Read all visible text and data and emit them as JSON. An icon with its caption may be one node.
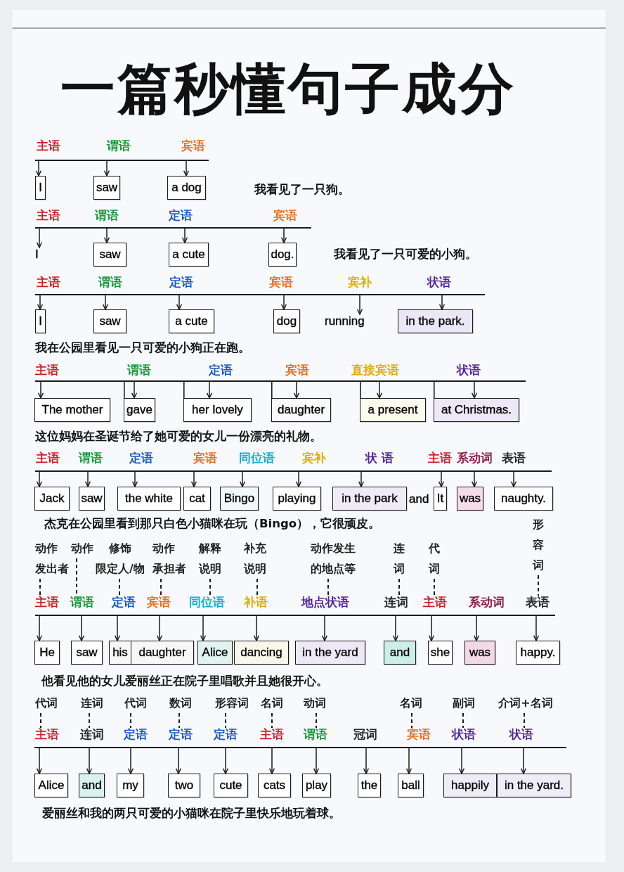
{
  "diagram": {
    "title": "一篇秒懂句子成分",
    "nodes": [
      {
        "text": [],
        "shape": "bar"
      },
      {
        "text": [
          "I"
        ]
      },
      {
        "text": [
          "saw"
        ]
      },
      {
        "text": [
          "a dog"
        ]
      },
      {
        "text": [],
        "shape": "bar"
      },
      {
        "text": [
          "I"
        ]
      },
      {
        "text": [
          "saw"
        ]
      },
      {
        "text": [
          "a cute"
        ]
      },
      {
        "text": [
          "dog."
        ]
      },
      {
        "text": [],
        "shape": "bar"
      },
      {
        "text": [
          "I"
        ]
      },
      {
        "text": [
          "saw"
        ]
      },
      {
        "text": [
          "a cute"
        ]
      },
      {
        "text": [
          "dog"
        ]
      },
      {
        "text": [
          "running"
        ]
      },
      {
        "text": [
          "in the park."
        ]
      },
      {
        "text": [],
        "shape": "bar"
      },
      {
        "text": [
          "The mother"
        ]
      },
      {
        "text": [
          "gave"
        ]
      },
      {
        "text": [
          "her lovely"
        ]
      },
      {
        "text": [
          "daughter"
        ]
      },
      {
        "text": [
          "a present"
        ]
      },
      {
        "text": [
          "at Christmas."
        ]
      },
      {
        "text": [],
        "shape": "bar"
      },
      {
        "text": [
          "Jack"
        ]
      },
      {
        "text": [
          "saw"
        ]
      },
      {
        "text": [
          "the white"
        ]
      },
      {
        "text": [
          "cat"
        ]
      },
      {
        "text": [
          "Bingo"
        ]
      },
      {
        "text": [
          "playing"
        ]
      },
      {
        "text": [
          "in the park"
        ]
      },
      {
        "text": [
          "It"
        ]
      },
      {
        "text": [
          "was"
        ]
      },
      {
        "text": [
          "naughty."
        ]
      },
      {
        "text": [
          "动作发出者"
        ]
      },
      {
        "text": [
          "动作"
        ]
      },
      {
        "text": [
          "修饰限定人/物"
        ]
      },
      {
        "text": [
          "动作承担者"
        ]
      },
      {
        "text": [
          "解释说明"
        ]
      },
      {
        "text": [
          "补充说明"
        ]
      },
      {
        "text": [
          "动作发生的地点等"
        ]
      },
      {
        "text": [
          "连词"
        ]
      },
      {
        "text": [
          "代词"
        ]
      },
      {
        "text": [
          "形容词"
        ]
      },
      {
        "text": [
          "主语"
        ]
      },
      {
        "text": [
          "谓语"
        ]
      },
      {
        "text": [
          "定语"
        ]
      },
      {
        "text": [
          "宾语"
        ]
      },
      {
        "text": [
          "同位语"
        ]
      },
      {
        "text": [
          "补语"
        ]
      },
      {
        "text": [
          "地点状语"
        ]
      },
      {
        "text": [
          "连词"
        ]
      },
      {
        "text": [
          "主语"
        ]
      },
      {
        "text": [
          "系动词"
        ]
      },
      {
        "text": [
          "表语"
        ]
      },
      {
        "text": [],
        "shape": "bar"
      },
      {
        "text": [
          "He"
        ]
      },
      {
        "text": [
          "saw"
        ]
      },
      {
        "text": [
          "his"
        ]
      },
      {
        "text": [
          "daughter"
        ]
      },
      {
        "text": [
          "Alice"
        ]
      },
      {
        "text": [
          "dancing"
        ]
      },
      {
        "text": [
          "in the yard"
        ]
      },
      {
        "text": [
          "and"
        ]
      },
      {
        "text": [
          "she"
        ]
      },
      {
        "text": [
          "was"
        ]
      },
      {
        "text": [
          "happy."
        ]
      },
      {
        "text": [
          "代词"
        ]
      },
      {
        "text": [
          "连词"
        ]
      },
      {
        "text": [
          "代词"
        ]
      },
      {
        "text": [
          "数词"
        ]
      },
      {
        "text": [
          "形容词"
        ]
      },
      {
        "text": [
          "名词"
        ]
      },
      {
        "text": [
          "动词"
        ]
      },
      {
        "text": [
          "名词"
        ]
      },
      {
        "text": [
          "副词"
        ]
      },
      {
        "text": [
          "介词+名词"
        ]
      },
      {
        "text": [
          "主语"
        ]
      },
      {
        "text": [
          "连词"
        ]
      },
      {
        "text": [
          "定语"
        ]
      },
      {
        "text": [
          "定语"
        ]
      },
      {
        "text": [
          "定语"
        ]
      },
      {
        "text": [
          "主语"
        ]
      },
      {
        "text": [
          "谓语"
        ]
      },
      {
        "text": [
          "冠词"
        ]
      },
      {
        "text": [
          "宾语"
        ]
      },
      {
        "text": [
          "状语"
        ]
      },
      {
        "text": [
          "状语"
        ]
      },
      {
        "text": [],
        "shape": "bar"
      },
      {
        "text": [
          "Alice"
        ]
      },
      {
        "text": [
          "and"
        ]
      },
      {
        "text": [
          "my"
        ]
      },
      {
        "text": [
          "two"
        ]
      },
      {
        "text": [
          "cute"
        ]
      },
      {
        "text": [
          "cats"
        ]
      },
      {
        "text": [
          "play"
        ]
      },
      {
        "text": [
          "the"
        ]
      },
      {
        "text": [
          "ball"
        ]
      },
      {
        "text": [
          "happily"
        ]
      },
      {
        "text": [
          "in the yard."
        ]
      }
    ],
    "edges": [
      {
        "from": 0,
        "to": 1,
        "arrow": "to"
      },
      {
        "from": 0,
        "to": 2,
        "arrow": "to"
      },
      {
        "from": 0,
        "to": 3,
        "arrow": "to"
      },
      {
        "from": 4,
        "to": 5,
        "arrow": "to"
      },
      {
        "from": 4,
        "to": 6,
        "arrow": "to"
      },
      {
        "from": 4,
        "to": 7,
        "arrow": "to"
      },
      {
        "from": 4,
        "to": 8,
        "arrow": "to"
      },
      {
        "from": 9,
        "to": 10,
        "arrow": "to"
      },
      {
        "from": 9,
        "to": 11,
        "arrow": "to"
      },
      {
        "from": 9,
        "to": 12,
        "arrow": "to"
      },
      {
        "from": 9,
        "to": 13,
        "arrow": "to"
      },
      {
        "from": 9,
        "to": 14,
        "arrow": "to"
      },
      {
        "from": 9,
        "to": 15,
        "arrow": "to"
      },
      {
        "from": 16,
        "to": 17,
        "arrow": "to"
      },
      {
        "from": 16,
        "to": 18,
        "arrow": "to"
      },
      {
        "from": 16,
        "to": 19,
        "arrow": "to"
      },
      {
        "from": 16,
        "to": 20,
        "arrow": "to"
      },
      {
        "from": 16,
        "to": 21,
        "arrow": "to"
      },
      {
        "from": 16,
        "to": 22,
        "arrow": "to"
      },
      {
        "from": 23,
        "to": 24,
        "arrow": "to"
      },
      {
        "from": 23,
        "to": 25,
        "arrow": "to"
      },
      {
        "from": 23,
        "to": 26,
        "arrow": "to"
      },
      {
        "from": 23,
        "to": 27,
        "arrow": "to"
      },
      {
        "from": 23,
        "to": 28,
        "arrow": "to"
      },
      {
        "from": 23,
        "to": 29,
        "arrow": "to"
      },
      {
        "from": 23,
        "to": 30,
        "arrow": "to"
      },
      {
        "from": 23,
        "to": 31,
        "arrow": "to"
      },
      {
        "from": 23,
        "to": 32,
        "arrow": "to"
      },
      {
        "from": 23,
        "to": 33,
        "arrow": "to"
      },
      {
        "from": 34,
        "to": 44,
        "arrow": "none",
        "style": "dashed"
      },
      {
        "from": 35,
        "to": 45,
        "arrow": "none",
        "style": "dashed"
      },
      {
        "from": 36,
        "to": 46,
        "arrow": "none",
        "style": "dashed"
      },
      {
        "from": 37,
        "to": 47,
        "arrow": "none",
        "style": "dashed"
      },
      {
        "from": 38,
        "to": 48,
        "arrow": "none",
        "style": "dashed"
      },
      {
        "from": 39,
        "to": 49,
        "arrow": "none",
        "style": "dashed"
      },
      {
        "from": 40,
        "to": 50,
        "arrow": "none",
        "style": "dashed"
      },
      {
        "from": 41,
        "to": 51,
        "arrow": "none",
        "style": "dashed"
      },
      {
        "from": 42,
        "to": 52,
        "arrow": "none",
        "style": "dashed"
      },
      {
        "from": 43,
        "to": 54,
        "arrow": "none",
        "style": "dashed"
      },
      {
        "from": 55,
        "to": 56,
        "arrow": "to"
      },
      {
        "from": 55,
        "to": 57,
        "arrow": "to"
      },
      {
        "from": 55,
        "to": 58,
        "arrow": "to"
      },
      {
        "from": 55,
        "to": 59,
        "arrow": "to"
      },
      {
        "from": 55,
        "to": 60,
        "arrow": "to"
      },
      {
        "from": 55,
        "to": 61,
        "arrow": "to"
      },
      {
        "from": 55,
        "to": 62,
        "arrow": "to"
      },
      {
        "from": 55,
        "to": 63,
        "arrow": "to"
      },
      {
        "from": 55,
        "to": 64,
        "arrow": "to"
      },
      {
        "from": 55,
        "to": 65,
        "arrow": "to"
      },
      {
        "from": 55,
        "to": 66,
        "arrow": "to"
      },
      {
        "from": 67,
        "to": 77,
        "arrow": "none",
        "style": "dashed"
      },
      {
        "from": 68,
        "to": 78,
        "arrow": "none",
        "style": "dashed"
      },
      {
        "from": 69,
        "to": 79,
        "arrow": "none",
        "style": "dashed"
      },
      {
        "from": 70,
        "to": 80,
        "arrow": "none",
        "style": "dashed"
      },
      {
        "from": 71,
        "to": 81,
        "arrow": "none",
        "style": "dashed"
      },
      {
        "from": 72,
        "to": 82,
        "arrow": "none",
        "style": "dashed"
      },
      {
        "from": 73,
        "to": 83,
        "arrow": "none",
        "style": "dashed"
      },
      {
        "from": 74,
        "to": 85,
        "arrow": "none",
        "style": "dashed"
      },
      {
        "from": 75,
        "to": 86,
        "arrow": "none",
        "style": "dashed"
      },
      {
        "from": 76,
        "to": 87,
        "arrow": "none",
        "style": "dashed"
      },
      {
        "from": 88,
        "to": 89,
        "arrow": "to"
      },
      {
        "from": 88,
        "to": 90,
        "arrow": "to"
      },
      {
        "from": 88,
        "to": 91,
        "arrow": "to"
      },
      {
        "from": 88,
        "to": 92,
        "arrow": "to"
      },
      {
        "from": 88,
        "to": 93,
        "arrow": "to"
      },
      {
        "from": 88,
        "to": 94,
        "arrow": "to"
      },
      {
        "from": 88,
        "to": 95,
        "arrow": "to"
      },
      {
        "from": 88,
        "to": 96,
        "arrow": "to"
      },
      {
        "from": 88,
        "to": 97,
        "arrow": "to"
      },
      {
        "from": 88,
        "to": 98,
        "arrow": "to"
      },
      {
        "from": 88,
        "to": 99,
        "arrow": "to"
      }
    ],
    "labels": [
      "主语",
      "谓语",
      "宾语",
      "我看见了一只狗。",
      "主语",
      "谓语",
      "定语",
      "宾语",
      "我看见了一只可爱的小狗。",
      "主语",
      "谓语",
      "定语",
      "宾语",
      "宾补",
      "状语",
      "我在公园里看见一只可爱的小狗正在跑。",
      "主语",
      "谓语",
      "定语",
      "宾语",
      "直接宾语",
      "状语",
      "这位妈妈在圣诞节给了她可爱的女儿一份漂亮的礼物。",
      "主语",
      "谓语",
      "定语",
      "宾语",
      "同位语",
      "宾补",
      "状 语",
      "主语",
      "系动词",
      "表语",
      "and",
      "杰克在公园里看到那只白色小猫咪在玩（Bingo），它很顽皮。",
      "他看见他的女儿爱丽丝正在院子里唱歌并且她很开心。",
      "爱丽丝和我的两只可爱的小猫咪在院子里快乐地玩着球。"
    ]
  }
}
